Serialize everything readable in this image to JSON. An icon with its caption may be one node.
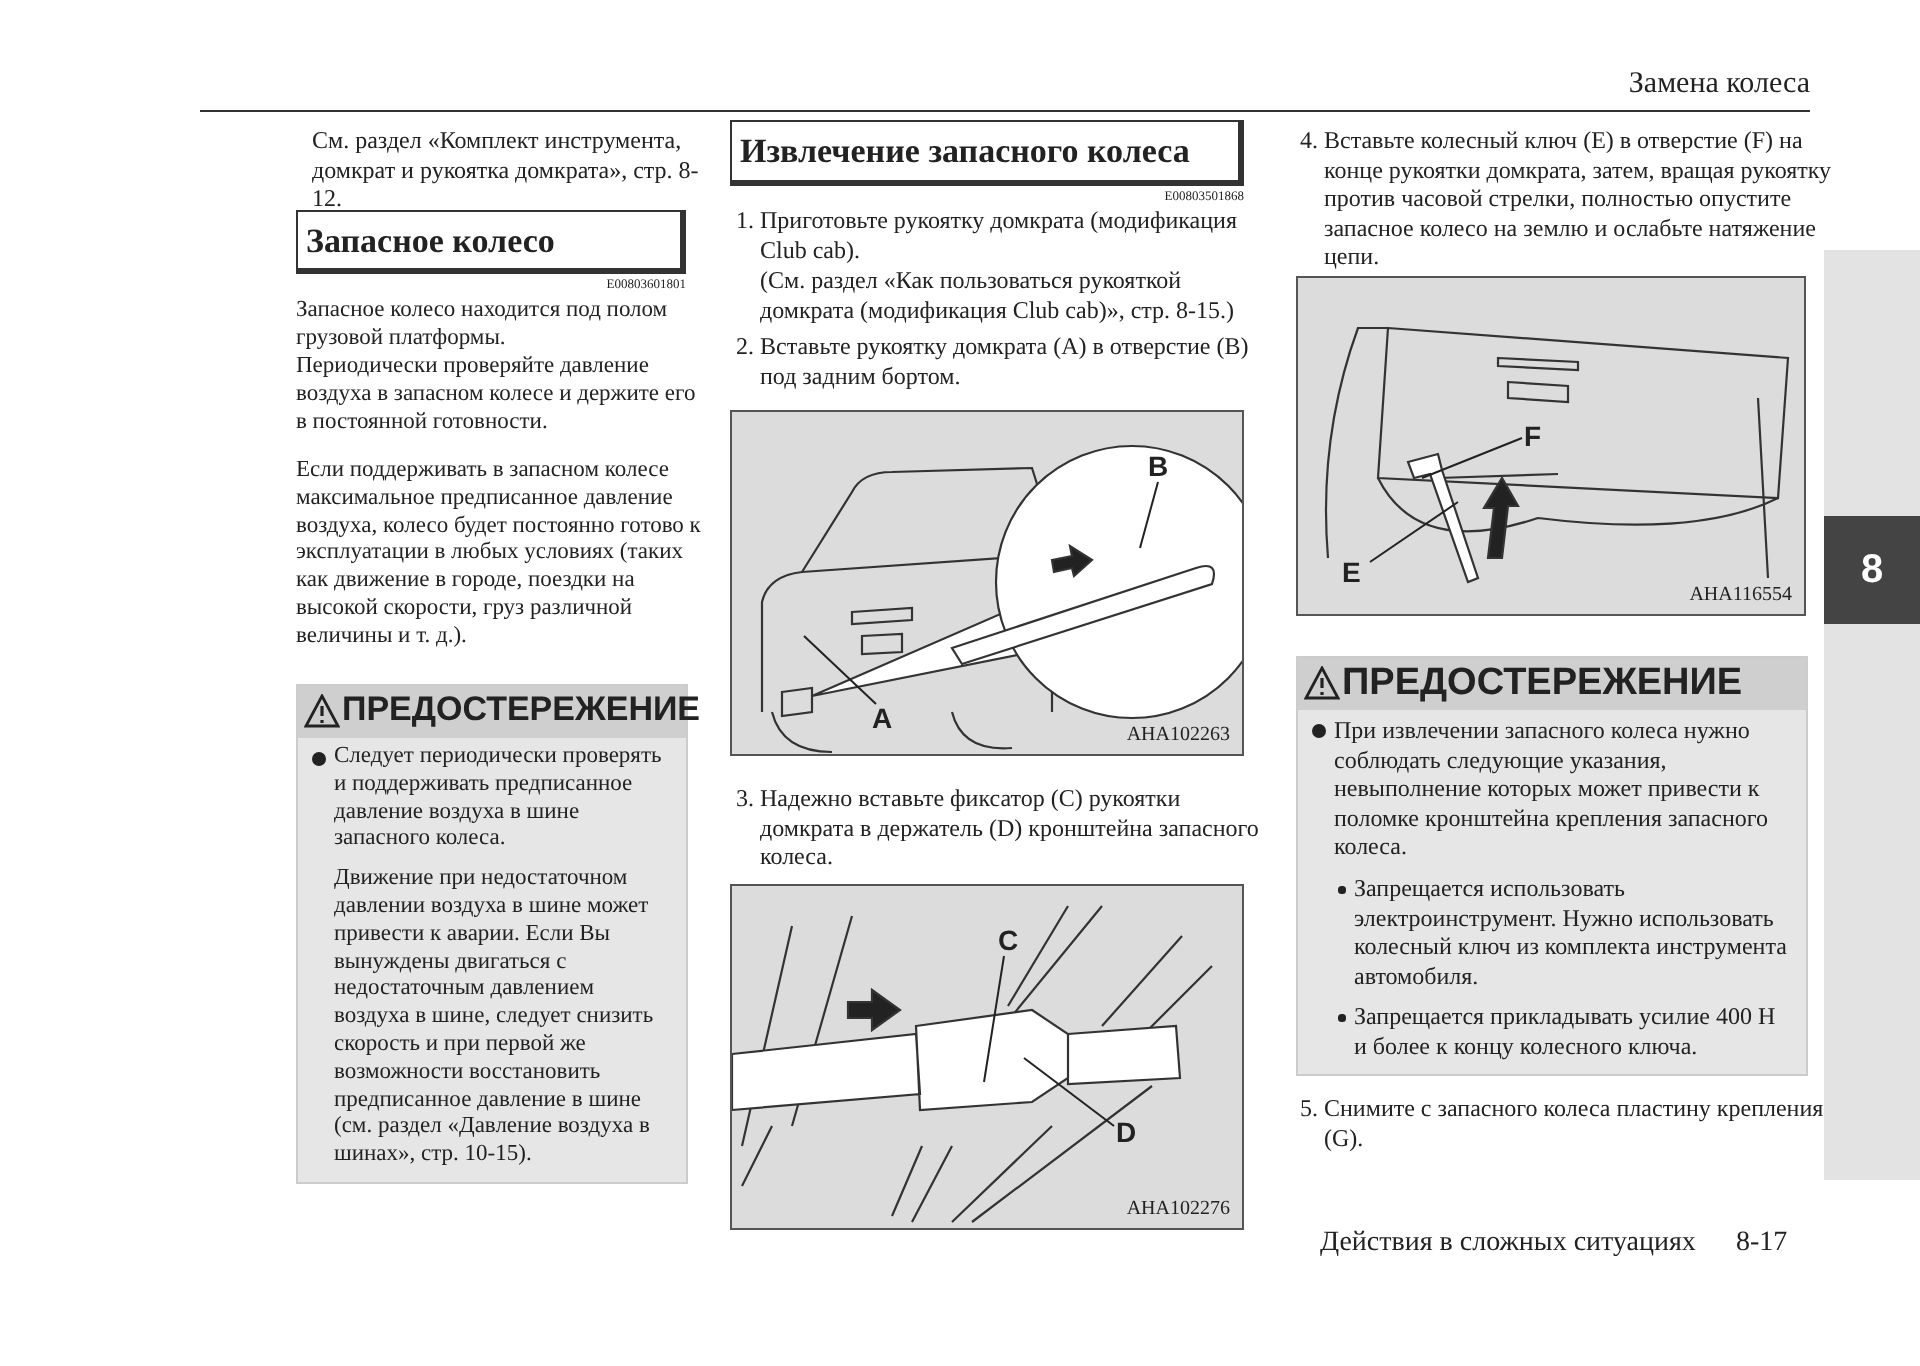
{
  "diagram": {
    "nodes": [
      {
        "text": [
          "Запасное колесо"
        ],
        "beside": [
          "E00803601801"
        ]
      },
      {
        "text": [
          "Извлечение запасного колеса"
        ],
        "beside": [
          "E00803501868"
        ]
      },
      {
        "text": [
          "ПРЕДОСТЕРЕЖЕНИЕ",
          "Следует периодически проверять и поддерживать предписанное давление воздуха в шине запасного колеса.",
          "Движение при недостаточном давлении воздуха в шине может привести к аварии. Если Вы вынуждены двигаться с недостаточным давлением воздуха в шине, следует снизить скорость и при первой же возможности восстановить предписанное давление в шине (см. раздел «Давление воздуха в шинах», стр. 10-15)."
        ]
      },
      {
        "text": [
          "AHA102263"
        ]
      },
      {
        "text": [
          "B"
        ],
        "in": 3
      },
      {
        "text": [
          "A"
        ],
        "in": 3
      },
      {
        "text": [
          "AHA102276"
        ]
      },
      {
        "text": [
          "C"
        ],
        "in": 6
      },
      {
        "text": [
          "D"
        ],
        "in": 6
      },
      {
        "text": [
          "AHA116554"
        ]
      },
      {
        "text": [
          "F"
        ],
        "in": 9
      },
      {
        "text": [
          "E"
        ],
        "in": 9
      },
      {
        "text": [
          "ПРЕДОСТЕРЕЖЕНИЕ",
          "При извлечении запасного колеса нужно соблюдать следующие указания, невыполнение которых может привести к поломке кронштейна крепления запасного колеса.",
          "Запрещается использовать электроинструмент. Нужно использовать колесный ключ из комплекта инструмента автомобиля.",
          "Запрещается прикладывать усилие 400 Н и более к концу колесного ключа."
        ]
      },
      {
        "text": [
          "8"
        ]
      }
    ],
    "edges": [
      {
        "from": 4,
        "to": null,
        "arrow": "none"
      },
      {
        "from": 5,
        "to": null,
        "arrow": "none"
      },
      {
        "from": 7,
        "to": null,
        "arrow": "none"
      },
      {
        "from": 8,
        "to": null,
        "arrow": "none"
      },
      {
        "from": 10,
        "to": null,
        "arrow": "none"
      },
      {
        "from": 11,
        "to": null,
        "arrow": "none"
      }
    ],
    "labels": [
      "Замена колеса",
      "См. раздел «Комплект инструмента, домкрат и рукоятка домкрата», стр. 8-12.",
      "Запасное колесо находится под полом грузовой платформы.",
      "Периодически проверяйте давление воздуха в запасном колесе и держите его в постоянной готовности.",
      "Если поддерживать в запасном колесе максимальное предписанное давление воздуха, колесо будет постоянно готово к эксплуатации в любых условиях (таких как движение в городе, поездки на высокой скорости, груз различной величины и т. д.).",
      "1. Приготовьте рукоятку домкрата (модификация Club cab).",
      "(См. раздел «Как пользоваться рукояткой домкрата (модификация Club cab)», стр. 8-15.)",
      "2. Вставьте рукоятку домкрата (A) в отверстие (B) под задним бортом.",
      "3. Надежно вставьте фиксатор (C) рукоятки домкрата в держатель (D) кронштейна запасного колеса.",
      "4. Вставьте колесный ключ (E) в отверстие (F) на конце рукоятки домкрата, затем, вращая рукоятку против часовой стрелки, полностью опустите запасное колесо на землю и ослабьте натяжение цепи.",
      "5. Снимите с запасного колеса пластину крепления (G).",
      "Действия в сложных ситуациях",
      "8-17"
    ]
  }
}
